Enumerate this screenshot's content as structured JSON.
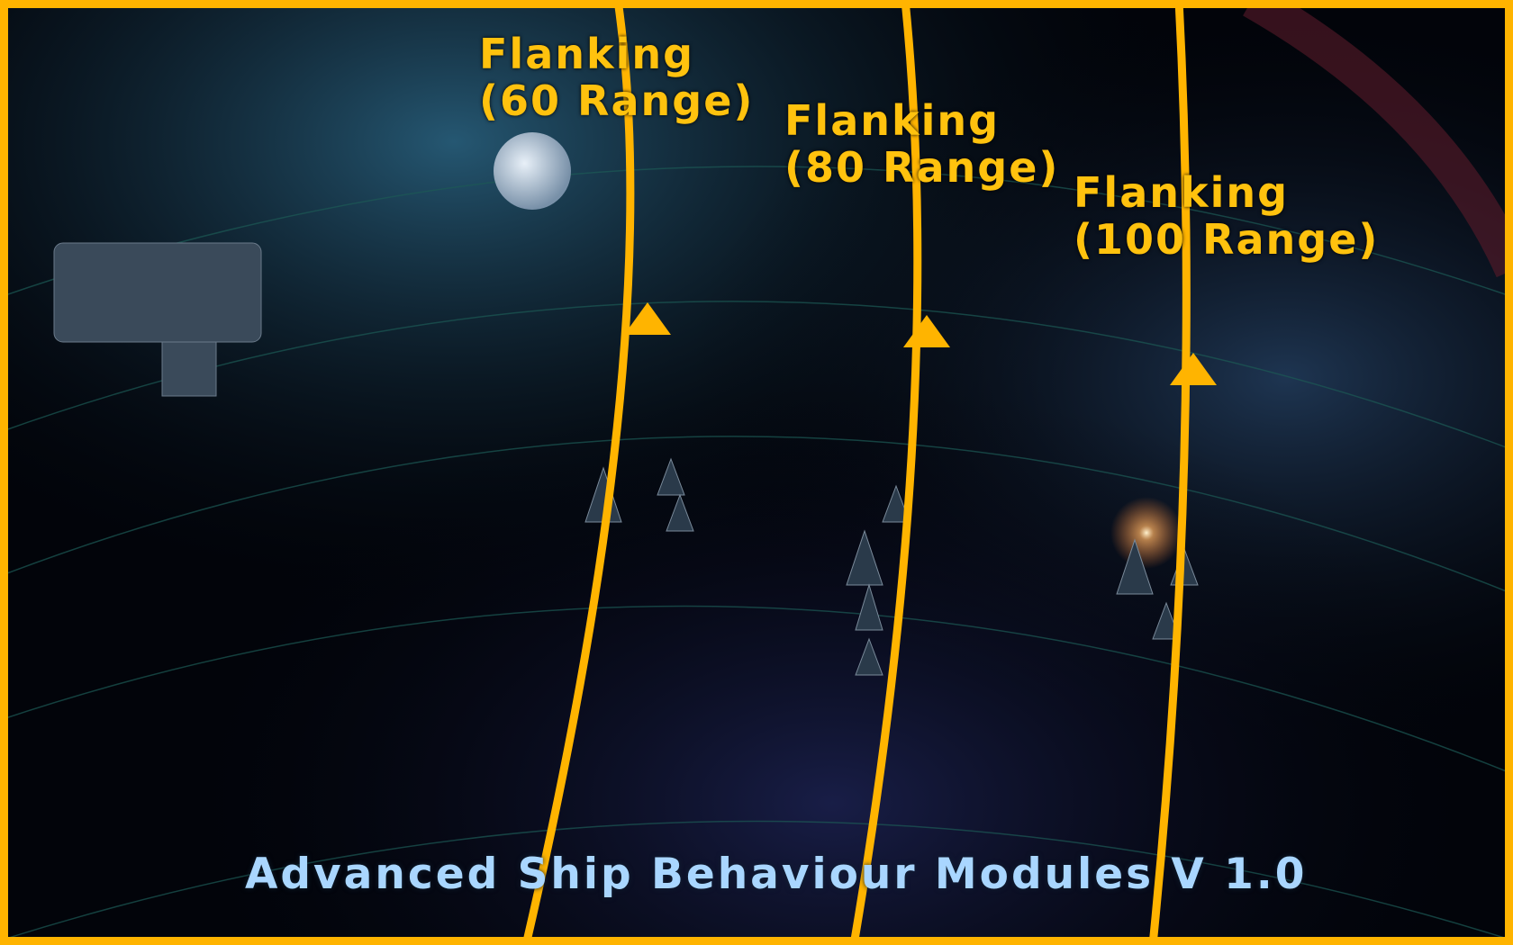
{
  "annotations": [
    {
      "line1": "Flanking",
      "line2": "(60 Range)"
    },
    {
      "line1": "Flanking",
      "line2": "(80 Range)"
    },
    {
      "line1": "Flanking",
      "line2": "(100 Range)"
    }
  ],
  "title": "Advanced Ship Behaviour Modules V 1.0",
  "colors": {
    "accent": "#ffc20e",
    "title": "#a9d6ff",
    "frame": "#ffb400"
  }
}
